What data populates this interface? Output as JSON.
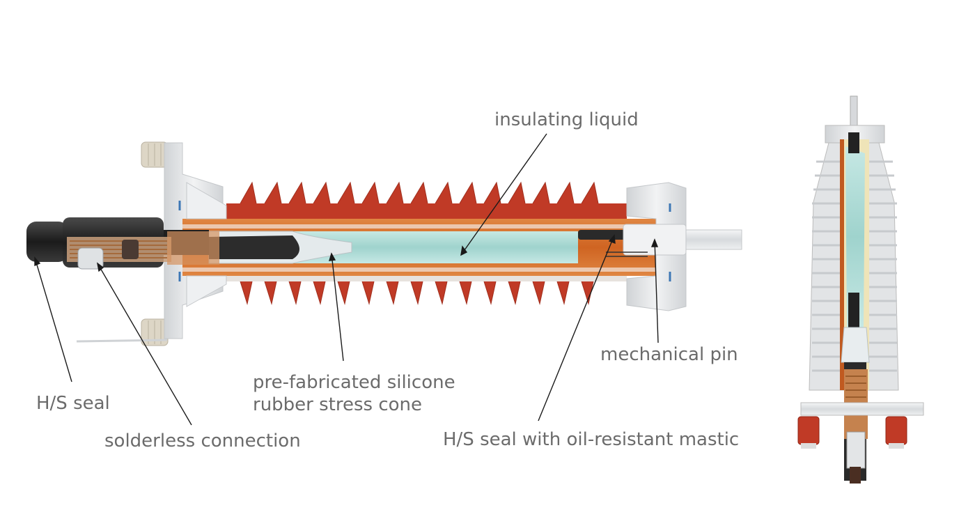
{
  "labels": {
    "insulating_liquid": "insulating liquid",
    "mechanical_pin": "mechanical pin",
    "stress_cone_line1": "pre-fabricated silicone",
    "stress_cone_line2": "rubber stress cone",
    "hs_seal": "H/S seal",
    "solderless_connection": "solderless connection",
    "hs_seal_mastic": "H/S seal with oil-resistant mastic"
  },
  "colors": {
    "shed_red": "#c03a26",
    "body_orange": "#d9702c",
    "liquid_teal": "#a9d9d4",
    "cable_black": "#222222",
    "hardware_grey": "#e3e5e7",
    "copper": "#c5824e",
    "label_grey": "#6b6b6b"
  }
}
